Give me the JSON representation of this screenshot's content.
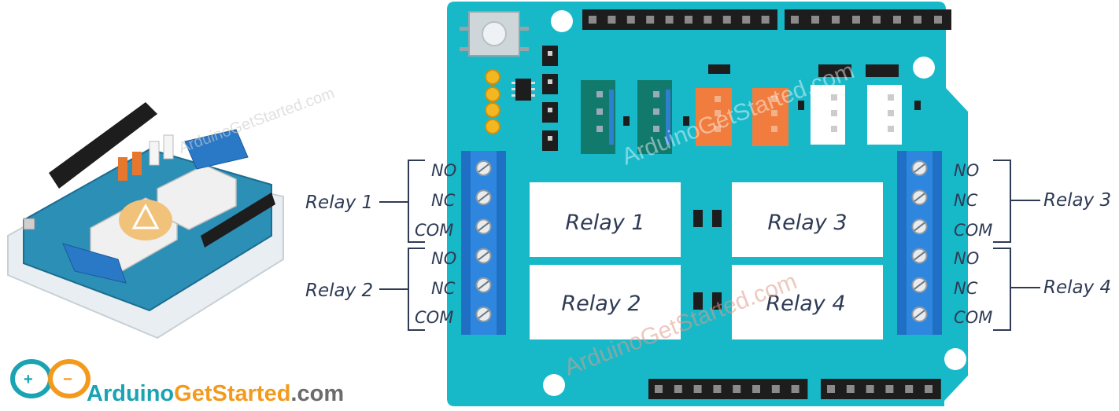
{
  "labels": {
    "terminals": [
      "NO",
      "NC",
      "COM"
    ],
    "relay_1": "Relay 1",
    "relay_2": "Relay 2",
    "relay_3": "Relay 3",
    "relay_4": "Relay 4"
  },
  "board_relays": [
    "Relay 1",
    "Relay 3",
    "Relay 2",
    "Relay 4"
  ],
  "watermark": "ArduinoGetStarted.com",
  "logo": {
    "part1": "Arduino",
    "part2": "GetStarted",
    "part3": ".com"
  },
  "colors": {
    "board": "#17b9c9",
    "terminal_block": "#1f6fc4",
    "relay_box": "#ffffff",
    "text": "#2f3b55",
    "logo_teal": "#1aa3b3",
    "logo_orange": "#f39a1e",
    "logo_gray": "#6c6c6c"
  }
}
